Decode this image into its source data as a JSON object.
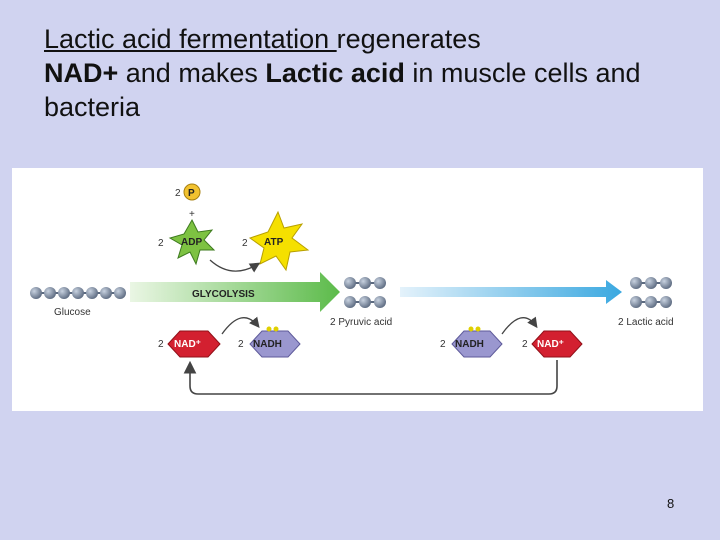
{
  "title": {
    "part1": "Lactic acid fermentation ",
    "part2": "regenerates",
    "part3": "NAD+",
    "part4": " and makes ",
    "part5": "Lactic acid",
    "part6": " in muscle cells and bacteria"
  },
  "diagram": {
    "count_2": "2",
    "phosphate_label": "P",
    "plus": "+",
    "adp_label": "ADP",
    "atp_label": "ATP",
    "glycolysis_label": "GLYCOLYSIS",
    "glucose_label": "Glucose",
    "nad_label": "NAD⁺",
    "nadh_label": "NADH",
    "pyruvic_label": "2 Pyruvic acid",
    "lactic_label": "2 Lactic acid"
  },
  "colors": {
    "background": "#d0d3f0",
    "glycolysis_arrow": "#5cbb4a",
    "fermentation_arrow": "#3aa8e0",
    "nad_red": "#d32030",
    "nadh_purple": "#9a97cf",
    "atp_yellow": "#f5e000",
    "adp_green": "#7dc242"
  },
  "page_number": "8"
}
